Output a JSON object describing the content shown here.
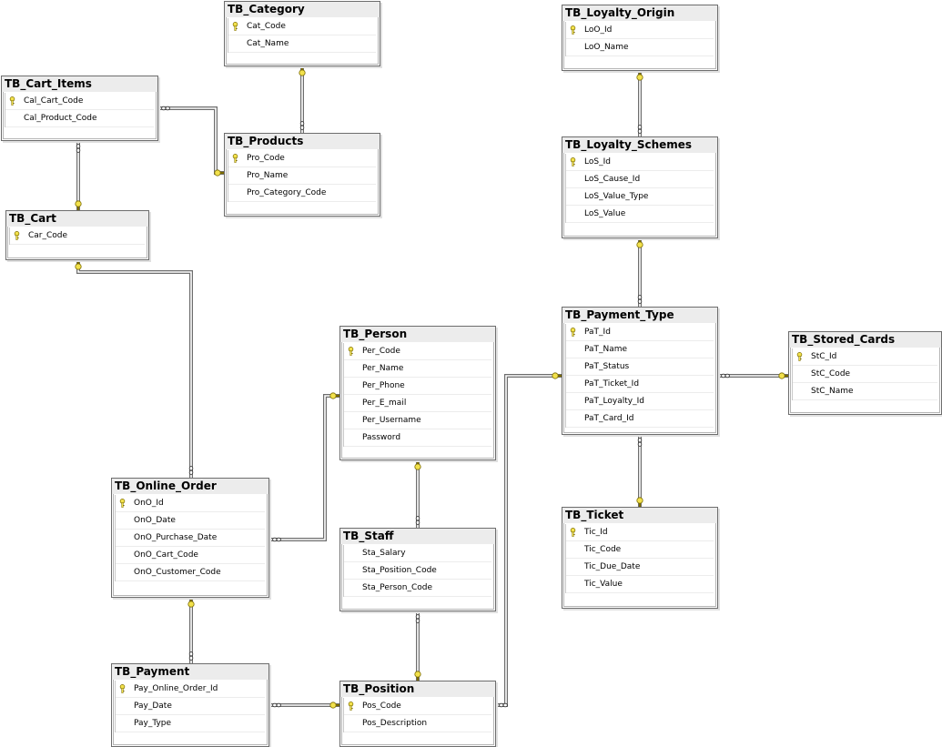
{
  "tables": {
    "category": {
      "title": "TB_Category",
      "columns": [
        {
          "name": "Cat_Code",
          "pk": true
        },
        {
          "name": "Cat_Name",
          "pk": false
        }
      ]
    },
    "cart_items": {
      "title": "TB_Cart_Items",
      "columns": [
        {
          "name": "Cal_Cart_Code",
          "pk": true
        },
        {
          "name": "Cal_Product_Code",
          "pk": false
        }
      ]
    },
    "products": {
      "title": "TB_Products",
      "columns": [
        {
          "name": "Pro_Code",
          "pk": true
        },
        {
          "name": "Pro_Name",
          "pk": false
        },
        {
          "name": "Pro_Category_Code",
          "pk": false
        }
      ]
    },
    "cart": {
      "title": "TB_Cart",
      "columns": [
        {
          "name": "Car_Code",
          "pk": true
        }
      ]
    },
    "loyalty_origin": {
      "title": "TB_Loyalty_Origin",
      "columns": [
        {
          "name": "LoO_Id",
          "pk": true
        },
        {
          "name": "LoO_Name",
          "pk": false
        }
      ]
    },
    "loyalty_schemes": {
      "title": "TB_Loyalty_Schemes",
      "columns": [
        {
          "name": "LoS_Id",
          "pk": true
        },
        {
          "name": "LoS_Cause_Id",
          "pk": false
        },
        {
          "name": "LoS_Value_Type",
          "pk": false
        },
        {
          "name": "LoS_Value",
          "pk": false
        }
      ]
    },
    "payment_type": {
      "title": "TB_Payment_Type",
      "columns": [
        {
          "name": "PaT_Id",
          "pk": true
        },
        {
          "name": "PaT_Name",
          "pk": false
        },
        {
          "name": "PaT_Status",
          "pk": false
        },
        {
          "name": "PaT_Ticket_Id",
          "pk": false
        },
        {
          "name": "PaT_Loyalty_Id",
          "pk": false
        },
        {
          "name": "PaT_Card_Id",
          "pk": false
        }
      ]
    },
    "stored_cards": {
      "title": "TB_Stored_Cards",
      "columns": [
        {
          "name": "StC_Id",
          "pk": true
        },
        {
          "name": "StC_Code",
          "pk": false
        },
        {
          "name": "StC_Name",
          "pk": false
        }
      ]
    },
    "person": {
      "title": "TB_Person",
      "columns": [
        {
          "name": "Per_Code",
          "pk": true
        },
        {
          "name": "Per_Name",
          "pk": false
        },
        {
          "name": "Per_Phone",
          "pk": false
        },
        {
          "name": "Per_E_mail",
          "pk": false
        },
        {
          "name": "Per_Username",
          "pk": false
        },
        {
          "name": "Password",
          "pk": false
        }
      ]
    },
    "online_order": {
      "title": "TB_Online_Order",
      "columns": [
        {
          "name": "OnO_Id",
          "pk": true
        },
        {
          "name": "OnO_Date",
          "pk": false
        },
        {
          "name": "OnO_Purchase_Date",
          "pk": false
        },
        {
          "name": "OnO_Cart_Code",
          "pk": false
        },
        {
          "name": "OnO_Customer_Code",
          "pk": false
        }
      ]
    },
    "staff": {
      "title": "TB_Staff",
      "columns": [
        {
          "name": "Sta_Salary",
          "pk": false
        },
        {
          "name": "Sta_Position_Code",
          "pk": false
        },
        {
          "name": "Sta_Person_Code",
          "pk": false
        }
      ]
    },
    "ticket": {
      "title": "TB_Ticket",
      "columns": [
        {
          "name": "Tic_Id",
          "pk": true
        },
        {
          "name": "Tic_Code",
          "pk": false
        },
        {
          "name": "Tic_Due_Date",
          "pk": false
        },
        {
          "name": "Tic_Value",
          "pk": false
        }
      ]
    },
    "payment": {
      "title": "TB_Payment",
      "columns": [
        {
          "name": "Pay_Online_Order_Id",
          "pk": true
        },
        {
          "name": "Pay_Date",
          "pk": false
        },
        {
          "name": "Pay_Type",
          "pk": false
        }
      ]
    },
    "position": {
      "title": "TB_Position",
      "columns": [
        {
          "name": "Pos_Code",
          "pk": true
        },
        {
          "name": "Pos_Description",
          "pk": false
        }
      ]
    }
  },
  "relationships": [
    {
      "one": "category",
      "many": "products"
    },
    {
      "one": "products",
      "many": "cart_items"
    },
    {
      "one": "cart",
      "many": "cart_items"
    },
    {
      "one": "cart",
      "many": "online_order"
    },
    {
      "one": "person",
      "many": "online_order"
    },
    {
      "one": "person",
      "many": "staff"
    },
    {
      "one": "online_order",
      "many": "payment"
    },
    {
      "one": "position",
      "many": "payment"
    },
    {
      "one": "position",
      "many": "staff"
    },
    {
      "one": "payment_type",
      "many": "position"
    },
    {
      "one": "loyalty_origin",
      "many": "loyalty_schemes"
    },
    {
      "one": "loyalty_schemes",
      "many": "payment_type"
    },
    {
      "one": "stored_cards",
      "many": "payment_type"
    },
    {
      "one": "ticket",
      "many": "payment_type"
    }
  ],
  "colors": {
    "key_icon": "#f2e14c",
    "connector": "#6d6d6d",
    "header": "#ececec"
  }
}
